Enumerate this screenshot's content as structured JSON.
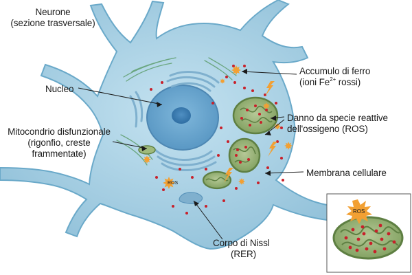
{
  "title": {
    "line1": "Neurone",
    "line2": "(sezione trasversale)"
  },
  "labels": {
    "nucleus": "Nucleo",
    "mito": {
      "line1": "Mitocondrio disfunzionale",
      "line2": "(rigonfio, creste",
      "line3": "frammentate)"
    },
    "iron": {
      "line1": "Accumulo di ferro",
      "line2_pre": "(ioni Fe",
      "line2_sup": "2+",
      "line2_post": " rossi)"
    },
    "ros": {
      "line1": "Danno da specie reattive",
      "line2": "dell'ossigeno (ROS)"
    },
    "membrane": "Membrana cellulare",
    "nissl": {
      "line1": "Corpo di Nissl",
      "line2": "(RER)"
    },
    "ros_burst": "ROS",
    "inset_ros": "ROS"
  },
  "colors": {
    "cell_fill": "#a9d3e6",
    "cell_outline": "#6aa9c9",
    "nucleus": "#6fa9cf",
    "nucleolus": "#3f7fb1",
    "mito_outer": "#6a8f4e",
    "mito_inner": "#9fba7c",
    "iron": "#c8202a",
    "ros": "#f2a033"
  }
}
